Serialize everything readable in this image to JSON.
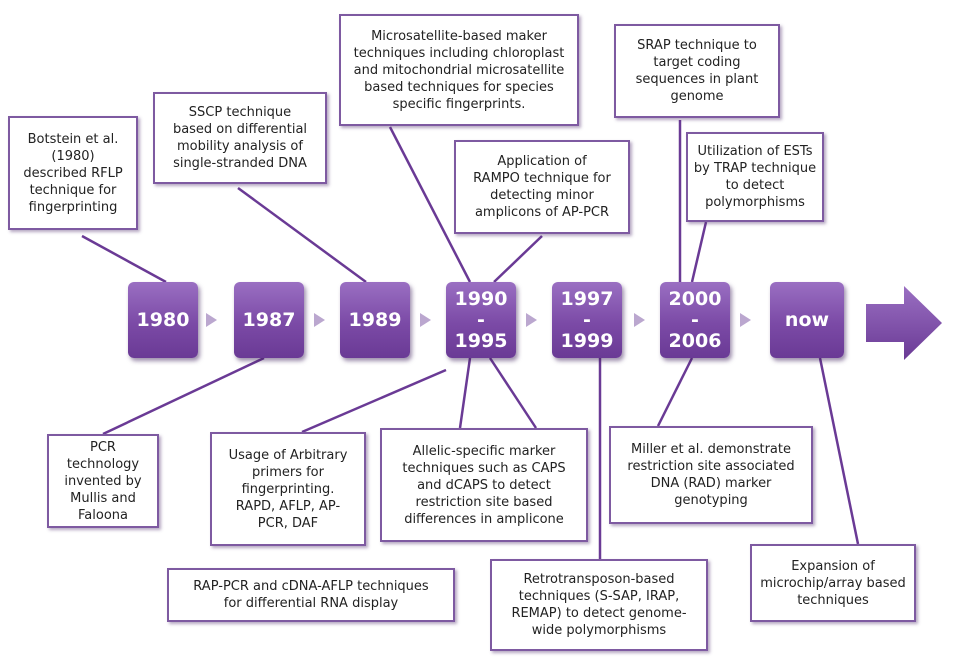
{
  "colors": {
    "accent": "#7b4aa6",
    "border": "#7e5aa1",
    "chevron": "#bba7cf",
    "line": "#6a3a95"
  },
  "timeline": [
    {
      "id": "1980",
      "label": "1980"
    },
    {
      "id": "1987",
      "label": "1987"
    },
    {
      "id": "1989",
      "label": "1989"
    },
    {
      "id": "1990-1995",
      "label": "1990\n-\n1995"
    },
    {
      "id": "1997-1999",
      "label": "1997\n-\n1999"
    },
    {
      "id": "2000-2006",
      "label": "2000\n-\n2006"
    },
    {
      "id": "now",
      "label": "now"
    }
  ],
  "notes_top": [
    {
      "id": "rflp",
      "text": "Botstein et al.\n(1980)\ndescribed RFLP\ntechnique for\nfingerprinting"
    },
    {
      "id": "sscp",
      "text": "SSCP technique\nbased on differential\nmobility analysis of\nsingle-stranded DNA"
    },
    {
      "id": "microsatellite",
      "text": "Microsatellite-based maker\ntechniques including chloroplast\nand mitochondrial microsatellite\nbased techniques for species\nspecific fingerprints."
    },
    {
      "id": "rampo",
      "text": "Application of\nRAMPO technique for\ndetecting minor\namplicons of  AP-PCR"
    },
    {
      "id": "srap",
      "text": "SRAP technique to\ntarget coding\nsequences in plant\ngenome"
    },
    {
      "id": "trap",
      "text": "Utilization of ESTs\nby TRAP technique\nto detect\npolymorphisms"
    }
  ],
  "notes_bottom": [
    {
      "id": "pcr",
      "text": "PCR technology\ninvented by\nMullis and\nFaloona"
    },
    {
      "id": "arbitrary",
      "text": "Usage of Arbitrary\nprimers for\nfingerprinting.\nRAPD, AFLP, AP-\nPCR, DAF"
    },
    {
      "id": "allelic",
      "text": "Allelic-specific marker\ntechniques such as CAPS\nand dCAPS to detect\nrestriction site based\ndifferences in amplicone"
    },
    {
      "id": "rap-pcr",
      "text": "RAP-PCR and cDNA-AFLP techniques\nfor differential RNA display"
    },
    {
      "id": "retrotransposon",
      "text": "Retrotransposon-based\ntechniques (S-SAP, IRAP,\nREMAP) to detect genome-\nwide polymorphisms"
    },
    {
      "id": "rad",
      "text": "Miller et al. demonstrate\nrestriction site associated\nDNA (RAD) marker\ngenotyping"
    },
    {
      "id": "microchip",
      "text": "Expansion of\nmicrochip/array based\ntechniques"
    }
  ]
}
